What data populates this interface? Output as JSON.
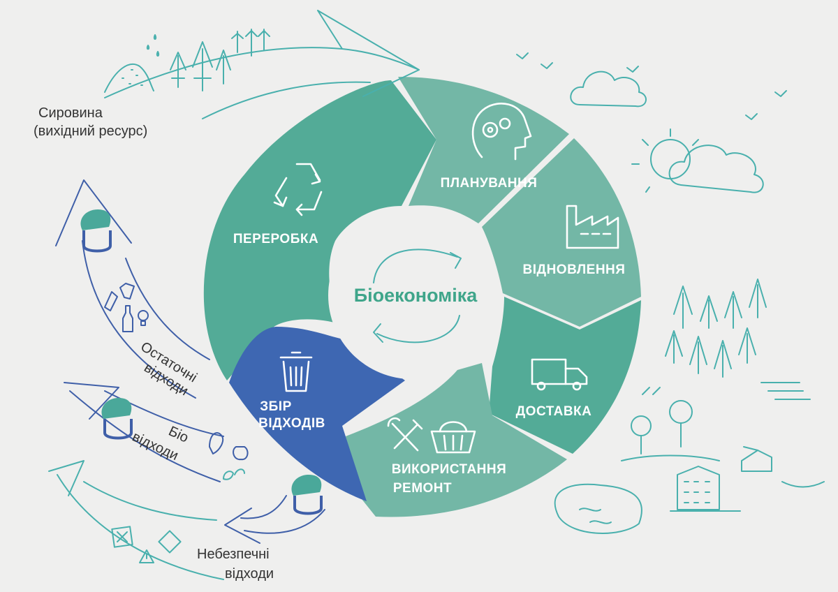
{
  "center": {
    "title": "Біоекономіка"
  },
  "segments": {
    "planning": "ПЛАНУВАННЯ",
    "restoration": "ВІДНОВЛЕННЯ",
    "delivery": "ДОСТАВКА",
    "usage_line1": "ВИКОРИСТАННЯ",
    "usage_line2": "РЕМОНТ",
    "collection_line1": "ЗБІР",
    "collection_line2": "ВІДХОДІВ",
    "processing": "ПЕРЕРОБКА"
  },
  "side_labels": {
    "raw_line1": "Сировина",
    "raw_line2": "(вихідний ресурс)",
    "residual_line1": "Остаточні",
    "residual_line2": "відходи",
    "bio_line1": "Біо",
    "bio_line2": "відходи",
    "hazard_line1": "Небезпечні",
    "hazard_line2": "відходи"
  },
  "colors": {
    "ring_dark": "#53ab97",
    "ring_light": "#73b7a6",
    "collection": "#3e67b2",
    "sketch": "#49b0ad",
    "sketch_blue": "#3f5fa8",
    "center_text": "#3fa58a",
    "background": "#efefee"
  },
  "icons": [
    "gears-head-icon",
    "factory-icon",
    "truck-icon",
    "tools-icon",
    "basket-icon",
    "trash-bin-icon",
    "recycle-icon",
    "cycle-arrows-icon",
    "logo-icon",
    "tree-icon",
    "cloud-icon",
    "sun-icon",
    "bird-icon",
    "house-icon",
    "building-icon",
    "lake-icon",
    "clothes-icon",
    "bottle-icon",
    "bulb-icon",
    "banana-peel-icon",
    "apple-core-icon",
    "hazard-icon",
    "chemical-icon"
  ]
}
